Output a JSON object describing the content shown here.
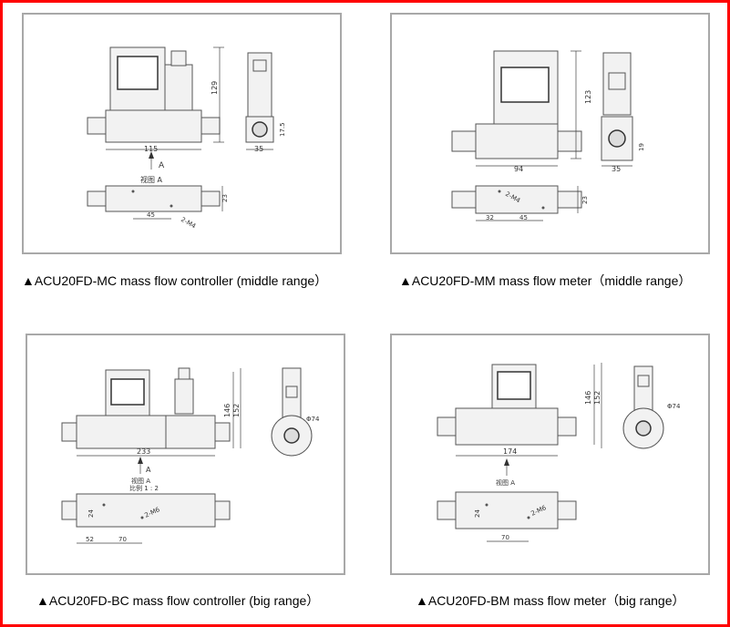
{
  "colors": {
    "frame": "#ff0000",
    "panel_border": "#a8a8a8"
  },
  "panels": [
    {
      "caption": "▲ACU20FD-MC mass flow controller (middle range）",
      "dims": {
        "height": "129",
        "width": "115",
        "side_width": "35",
        "side_small": "17.5",
        "bottom_height": "23",
        "hole_spacing": "45",
        "thread": "2-M4",
        "view_mark": "A",
        "view_label": "视图 A"
      }
    },
    {
      "caption": "▲ACU20FD-MM mass flow meter（middle range）",
      "dims": {
        "height": "123",
        "width": "94",
        "side_width": "35",
        "side_small": "19",
        "bottom_height": "23",
        "hole_spacing": "45",
        "hole_offset": "32",
        "thread": "2-M4"
      }
    },
    {
      "caption": "▲ACU20FD-BC mass flow controller (big range）",
      "dims": {
        "height_a": "146",
        "height_b": "152",
        "width": "233",
        "diameter": "Φ74",
        "bottom_height": "24",
        "hole_spacing": "70",
        "hole_offset": "52",
        "thread": "2-M6",
        "view_mark": "A",
        "view_label": "视图 A",
        "scale": "比例 1 : 2"
      }
    },
    {
      "caption": "▲ACU20FD-BM mass flow meter（big range）",
      "dims": {
        "height_a": "146",
        "height_b": "152",
        "width": "174",
        "diameter": "Φ74",
        "bottom_height": "24",
        "hole_spacing": "70",
        "thread": "2-M6",
        "view_label": "视图 A"
      }
    }
  ]
}
